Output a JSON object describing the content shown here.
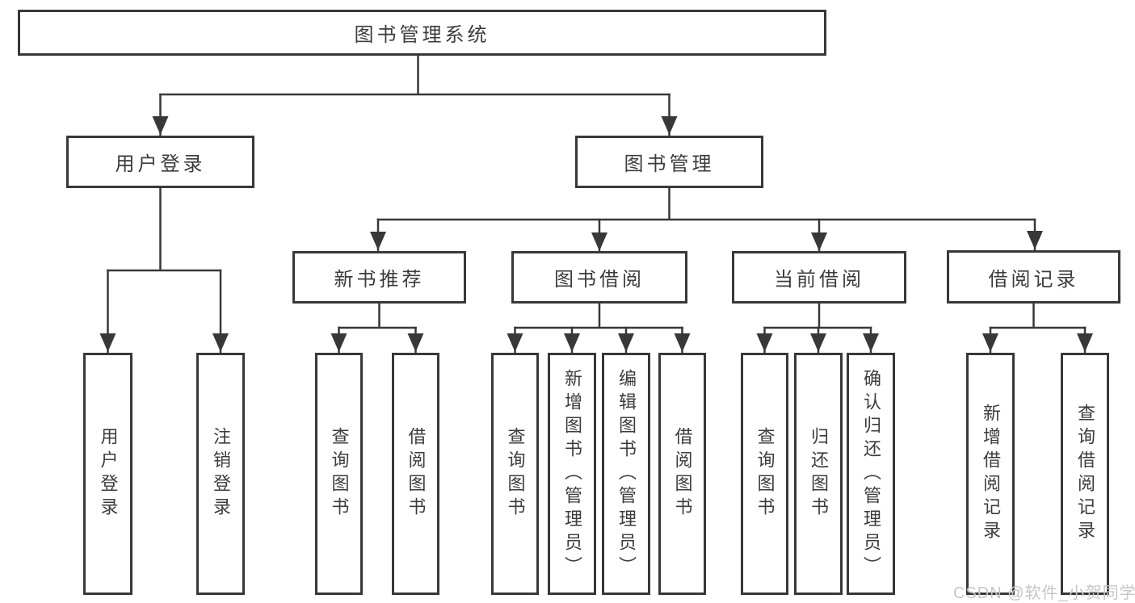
{
  "nodes": {
    "root": "图书管理系统",
    "user_login": "用户登录",
    "book_mgmt": "图书管理",
    "new_rec": "新书推荐",
    "book_borrow": "图书借阅",
    "current_borrow": "当前借阅",
    "borrow_records": "借阅记录",
    "leaf_login": "用户登录",
    "leaf_logout": "注销登录",
    "rec_query": "查询图书",
    "rec_borrow": "借阅图书",
    "bb_query": "查询图书",
    "bb_add": "新增图书（管理员）",
    "bb_edit": "编辑图书（管理员）",
    "bb_borrow": "借阅图书",
    "cb_query": "查询图书",
    "cb_return": "归还图书",
    "cb_confirm": "确认归还（管理员）",
    "br_add": "新增借阅记录",
    "br_query": "查询借阅记录"
  },
  "watermark": "CSDN @软件_小贺同学",
  "colors": {
    "line": "#383838",
    "text": "#3c3c3c",
    "watermark": "#c6c6c6",
    "background": "#ffffff"
  }
}
